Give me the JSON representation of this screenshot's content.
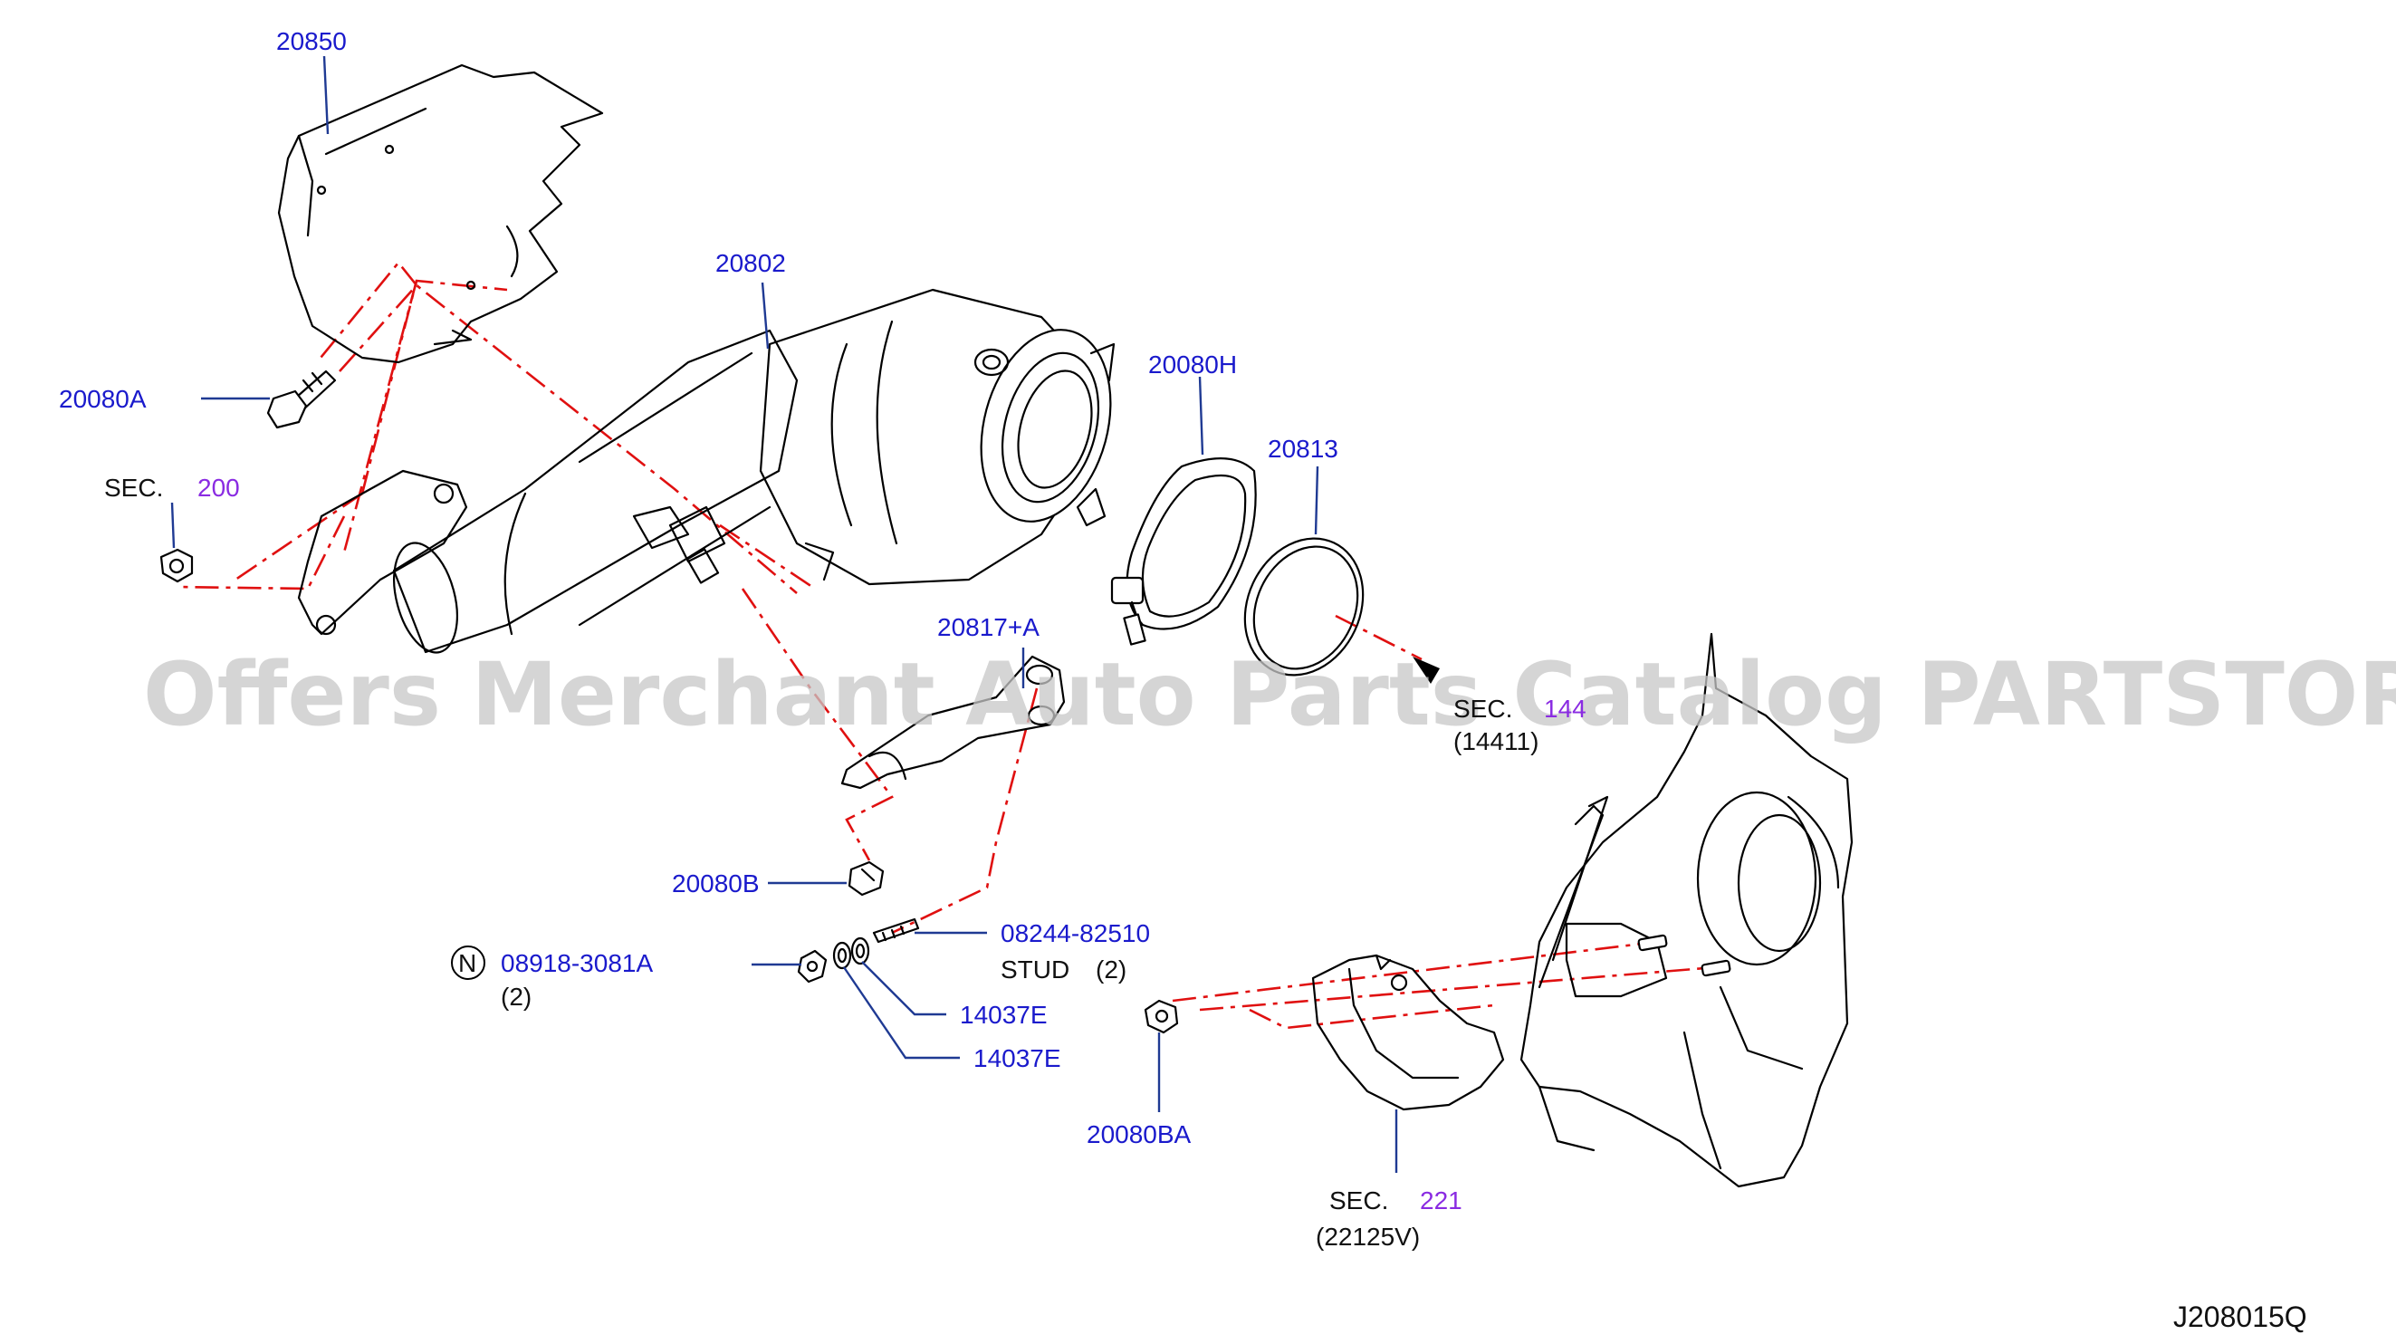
{
  "diagram_code": "J208015Q",
  "watermark": "Offers Merchant Auto Parts Catalog PARTSTORE.SA",
  "colors": {
    "part_number": "#1a1acc",
    "section_number": "#8a2be2",
    "dash_line": "#e01010",
    "leader": "#1f3a93"
  },
  "parts": [
    {
      "id": "20850"
    },
    {
      "id": "20802"
    },
    {
      "id": "20080A"
    },
    {
      "id": "20080H"
    },
    {
      "id": "20813"
    },
    {
      "id": "20817+A"
    },
    {
      "id": "20080B"
    },
    {
      "id": "08244-82510",
      "name": "STUD",
      "qty": "(2)"
    },
    {
      "id": "08918-3081A",
      "prefix": "N",
      "qty": "(2)"
    },
    {
      "id": "14037E"
    },
    {
      "id": "14037E"
    },
    {
      "id": "20080BA"
    }
  ],
  "sections": [
    {
      "sec_label": "SEC.",
      "number": "200"
    },
    {
      "sec_label": "SEC.",
      "number": "144",
      "sub": "(14411)"
    },
    {
      "sec_label": "SEC.",
      "number": "221",
      "sub": "(22125V)"
    }
  ]
}
